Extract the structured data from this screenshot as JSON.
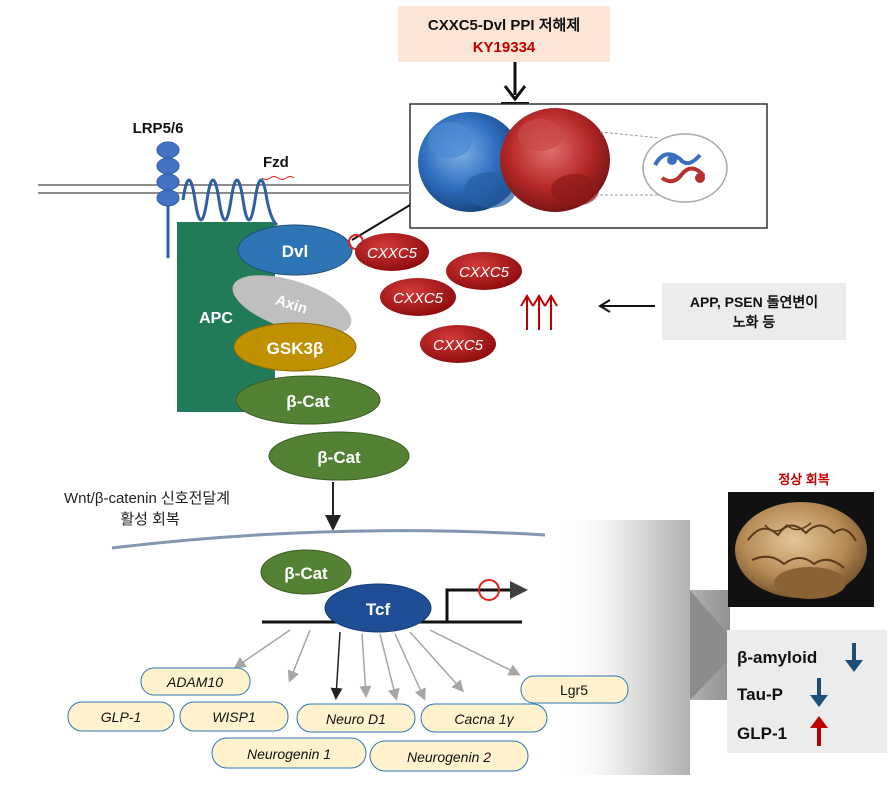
{
  "inhibitor": {
    "line1": "CXXC5-Dvl PPI 저해제",
    "line2": "KY19334"
  },
  "membrane": {
    "receptor_label": "LRP5/6",
    "frizzled_label": "Fzd"
  },
  "complex": {
    "apc": "APC",
    "dvl": "Dvl",
    "axin": "Axin",
    "gsk": "GSK3β",
    "bcat_bound": "β-Cat",
    "bcat_free": "β-Cat"
  },
  "cxxc5": {
    "labels": [
      "CXXC5",
      "CXXC5",
      "CXXC5",
      "CXXC5"
    ],
    "increase_arrows": "↑↑↑"
  },
  "cause_box": {
    "line1": "APP, PSEN 돌연변이",
    "line2": "노화 등"
  },
  "pathway_note": {
    "line1": "Wnt/β-catenin 신호전달계",
    "line2": "활성 회복"
  },
  "nucleus": {
    "bcat": "β-Cat",
    "tcf": "Tcf"
  },
  "target_genes": [
    "ADAM10",
    "GLP-1",
    "WISP1",
    "Neuro D1",
    "Cacna 1γ",
    "Lgr5",
    "Neurogenin 1",
    "Neurogenin 2"
  ],
  "outcome": {
    "title": "정상 회복",
    "markers": [
      {
        "label": "β-amyloid",
        "direction": "down"
      },
      {
        "label": "Tau-P",
        "direction": "down"
      },
      {
        "label": "GLP-1",
        "direction": "up"
      }
    ]
  },
  "colors": {
    "dvl_blue": "#2e75b6",
    "apc_green": "#217a58",
    "bcat_green": "#548235",
    "gsk_gold": "#bf9000",
    "cxxc5_red": "#a50d0d",
    "inhibitor_box": "#fbe5d6",
    "down_arrow": "#1f4e79",
    "up_arrow": "#c00000"
  }
}
